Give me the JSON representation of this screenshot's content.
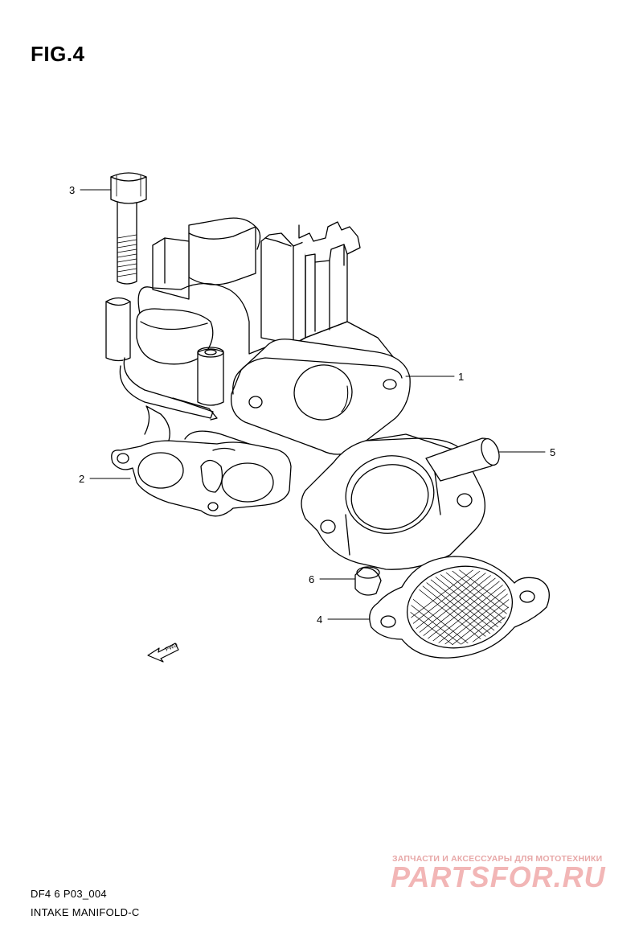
{
  "figure": {
    "title": "FIG.4"
  },
  "callouts": [
    {
      "id": "1",
      "label": "1"
    },
    {
      "id": "2",
      "label": "2"
    },
    {
      "id": "3",
      "label": "3"
    },
    {
      "id": "4",
      "label": "4"
    },
    {
      "id": "5",
      "label": "5"
    },
    {
      "id": "6",
      "label": "6"
    }
  ],
  "direction_marker": {
    "label": "FWD",
    "icon": "arrow-left-icon"
  },
  "footer": {
    "code": "DF4 6 P03_004",
    "name": "INTAKE MANIFOLD-C"
  },
  "watermark": {
    "tagline": "ЗАПЧАСТИ И АКСЕССУАРЫ ДЛЯ МОТОТЕХНИКИ",
    "brand": "PARTSFOR.RU",
    "color": "#f2b6b6"
  }
}
